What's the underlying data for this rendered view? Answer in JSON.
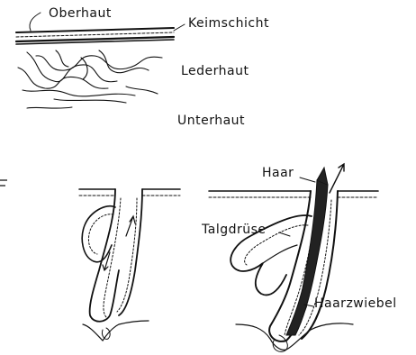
{
  "skin_section": {
    "labels": {
      "epidermis": "Oberhaut",
      "germinal_layer": "Keimschicht",
      "dermis": "Lederhaut",
      "hypodermis": "Unterhaut"
    }
  },
  "hair_follicle": {
    "labels": {
      "hair": "Haar",
      "sebaceous_gland": "Talgdrüse",
      "hair_bulb": "Haarzwiebel"
    }
  },
  "colors": {
    "ink": "#111111",
    "paper": "#ffffff"
  }
}
